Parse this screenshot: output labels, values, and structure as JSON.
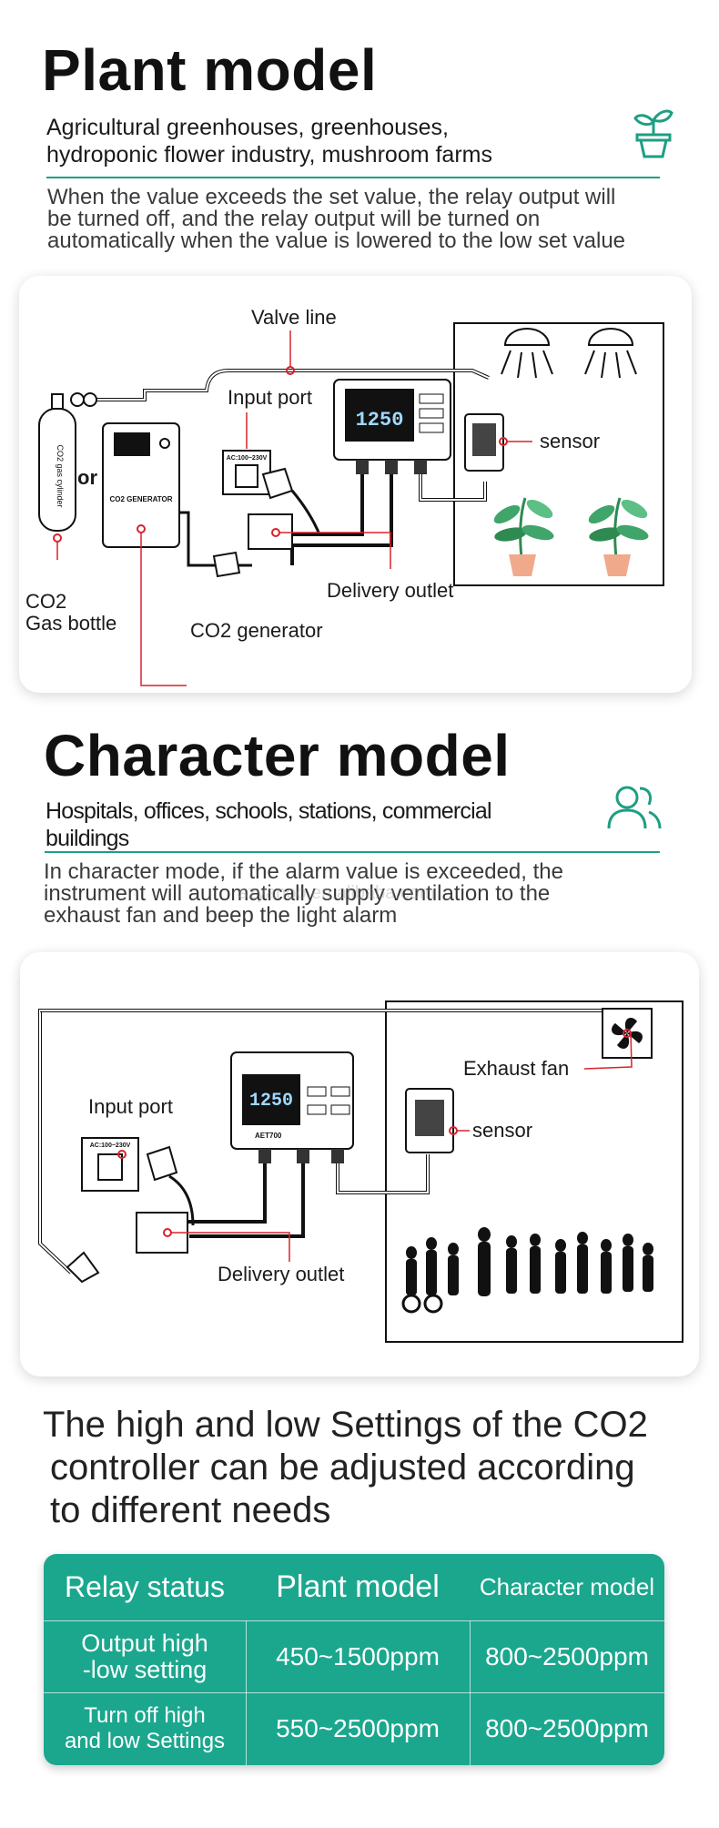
{
  "plant": {
    "title": "Plant model",
    "subtitle_line1": "Agricultural greenhouses, greenhouses,",
    "subtitle_line2": "hydroponic flower industry, mushroom farms",
    "desc_line1": "When the value exceeds the set value, the relay output will",
    "desc_line2": "be turned off, and the relay output will be turned on",
    "desc_line3": "automatically when the value is lowered to the low set value",
    "icon": "plant-pot-icon",
    "diagram": {
      "valve_line": "Valve line",
      "input_port": "Input port",
      "sensor": "sensor",
      "or": "or",
      "co2_bottle_line1": "CO2",
      "co2_bottle_line2": "Gas bottle",
      "co2_generator": "CO2 generator",
      "delivery_outlet": "Delivery outlet",
      "generator_panel": "CO2 GENERATOR",
      "cylinder_label": "CO2 gas cylinder",
      "socket_label": "AC:100~230V",
      "display_value": "1250"
    }
  },
  "character": {
    "title": "Character model",
    "subtitle_line1": "Hospitals, offices, schools, stations, commercial",
    "subtitle_line2": "buildings",
    "desc_line1": "In character mode, if the alarm value is exceeded, the",
    "desc_line2": "instrument will automatically supply ventilation to the",
    "desc_line3": "exhaust fan and beep the light alarm",
    "watermark": "szyanoo.en.alibaba.com",
    "icon": "people-icon",
    "diagram": {
      "input_port": "Input port",
      "exhaust_fan": "Exhaust fan",
      "sensor": "sensor",
      "delivery_outlet": "Delivery outlet",
      "socket_label": "AC:100~230V",
      "display_value": "1250",
      "device_model": "AET700"
    }
  },
  "settings": {
    "heading_line1": "The high and low Settings of the CO2",
    "heading_line2": "controller can be adjusted according",
    "heading_line3": "to different needs"
  },
  "table": {
    "headers": [
      "Relay status",
      "Plant model",
      "Character model"
    ],
    "rows": [
      {
        "status_line1": "Output high",
        "status_line2": "-low setting",
        "plant": "450~1500ppm",
        "character": "800~2500ppm"
      },
      {
        "status_line1": "Turn off high",
        "status_line2": "and low Settings",
        "plant": "550~2500ppm",
        "character": "800~2500ppm"
      }
    ],
    "colors": {
      "accent": "#1ba78e",
      "rule": "#1e9e83",
      "red_marker": "#d8232a"
    }
  }
}
